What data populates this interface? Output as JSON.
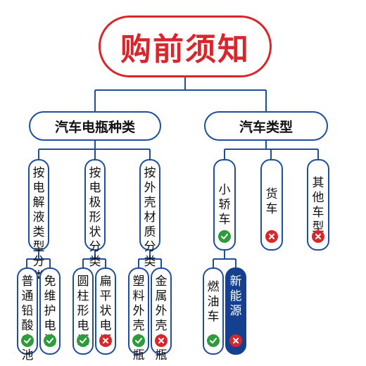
{
  "title": "购前须知",
  "branches": {
    "battery": {
      "label": "汽车电瓶种类"
    },
    "car": {
      "label": "汽车类型"
    }
  },
  "battery_groups": [
    {
      "label": "按电解液类型分类",
      "children": [
        {
          "label": "普通铅酸电池",
          "status": "check"
        },
        {
          "label": "免维护电池",
          "status": "check"
        }
      ]
    },
    {
      "label": "按电极形状分类",
      "children": [
        {
          "label": "圆柱形电瓶",
          "status": "check"
        },
        {
          "label": "扁平状电瓶",
          "status": "cross"
        }
      ]
    },
    {
      "label": "按外壳材质分类",
      "children": [
        {
          "label": "塑料外壳电瓶",
          "status": "check"
        },
        {
          "label": "金属外壳电瓶",
          "status": "cross"
        }
      ]
    }
  ],
  "car_types": [
    {
      "label": "小轿车",
      "status": "check",
      "children": [
        {
          "label": "燃油车",
          "status": "check"
        },
        {
          "label": "新能源",
          "status": "cross",
          "highlight": true
        }
      ]
    },
    {
      "label": "货车",
      "status": "cross"
    },
    {
      "label": "其他车型",
      "status": "cross"
    }
  ],
  "colors": {
    "title_red": "#d9262c",
    "line_blue": "#1f4e9b",
    "highlight_blue": "#14408f",
    "check_green": "#2e9b3c",
    "cross_red": "#d9262c"
  },
  "icons": {
    "check": "check-icon",
    "cross": "cross-icon"
  }
}
